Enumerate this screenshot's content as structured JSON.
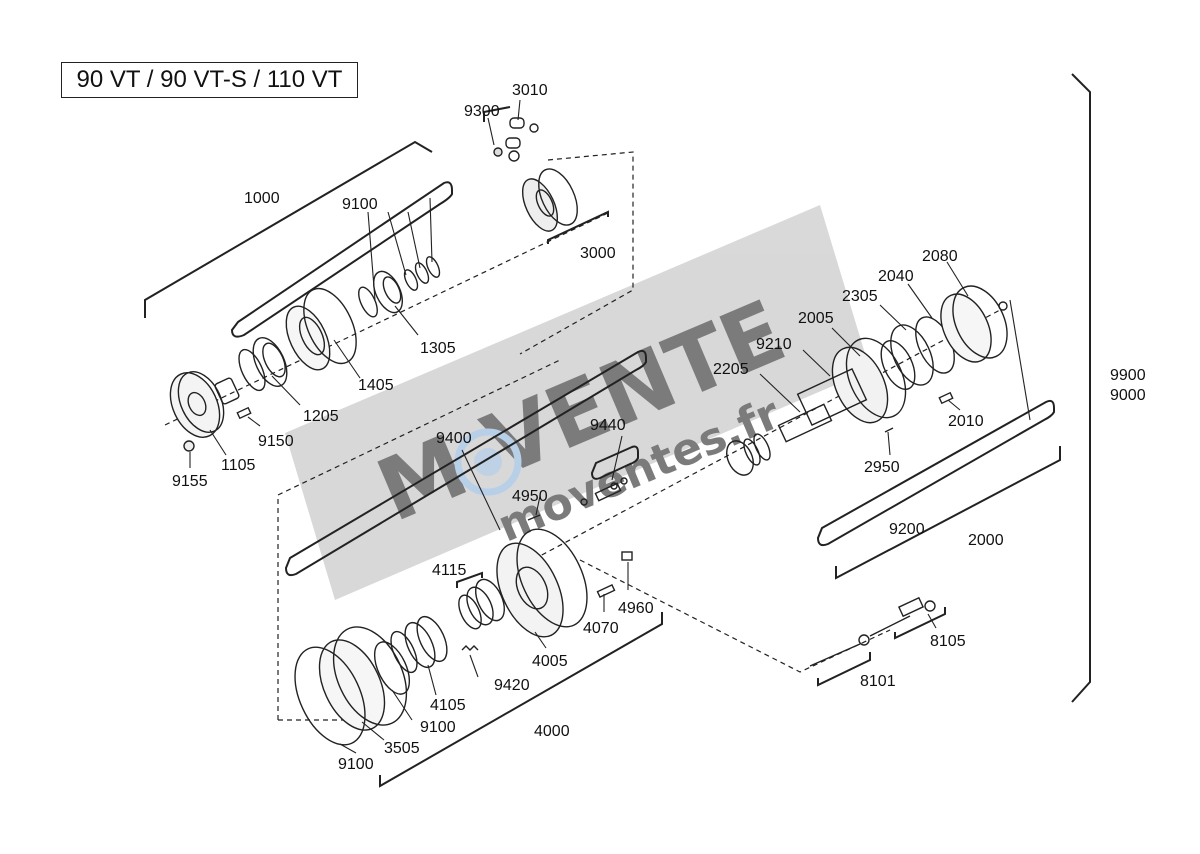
{
  "title": "90 VT / 90 VT-S / 110 VT",
  "watermark": {
    "brand": "M VENTE",
    "site": "moventes.fr",
    "band_color": "#b9b9b9",
    "logo_color": "#7fa9d6"
  },
  "labels": {
    "l1000": "1000",
    "l9100a": "9100",
    "l3010": "3010",
    "l9300": "9300",
    "l3000": "3000",
    "l1305": "1305",
    "l1405": "1405",
    "l1205": "1205",
    "l9150": "9150",
    "l1105": "1105",
    "l9155": "9155",
    "l2080": "2080",
    "l2040": "2040",
    "l2305": "2305",
    "l2005": "2005",
    "l9210": "9210",
    "l2205": "2205",
    "l2010": "2010",
    "l2950": "2950",
    "l9200": "9200",
    "l2000": "2000",
    "l9900": "9900",
    "l9000": "9000",
    "l9400": "9400",
    "l9440": "9440",
    "l4950": "4950",
    "l4115": "4115",
    "l4960": "4960",
    "l4070": "4070",
    "l4005": "4005",
    "l9420": "9420",
    "l4105": "4105",
    "l9100b": "9100",
    "l3505": "3505",
    "l9100c": "9100",
    "l4000": "4000",
    "l8105": "8105",
    "l8101": "8101"
  }
}
